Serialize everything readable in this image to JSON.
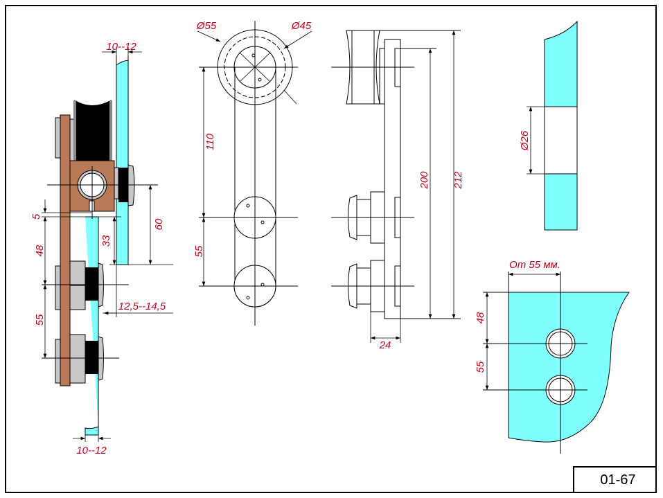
{
  "drawing_code": "01-67",
  "colors": {
    "glass": "#80ffff",
    "bracket": "#b97a57",
    "roller": "#c8c8c8",
    "wheel": "#000000",
    "dimension": "#c0001a"
  },
  "side_view": {
    "glass_thickness_top": "10--12",
    "glass_thickness_bottom": "10--12",
    "dim_5": "5",
    "dim_48": "48",
    "dim_55": "55",
    "dim_33": "33",
    "dim_60": "60",
    "dim_offset": "12,5--14,5"
  },
  "front_view": {
    "dia_outer": "Ø55",
    "dia_inner": "Ø45",
    "dim_110": "110",
    "dim_55": "55"
  },
  "profile_view": {
    "dim_200": "200",
    "dim_212": "212",
    "dim_24": "24"
  },
  "top_glass_view": {
    "dia_hole": "Ø26"
  },
  "glass_hole_view": {
    "edge_distance": "От 55 мм.",
    "dim_48": "48",
    "dim_55": "55"
  }
}
